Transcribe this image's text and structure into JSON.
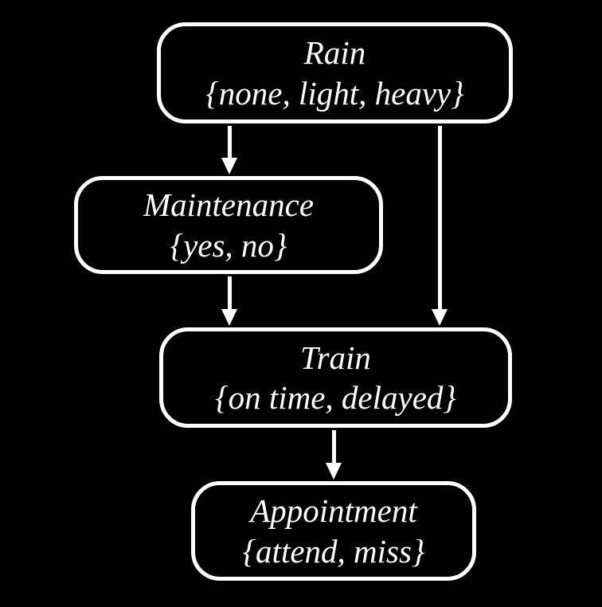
{
  "diagram": {
    "type": "bayesian-network",
    "background_color": "#000000",
    "node_border_color": "#ffffff",
    "text_color": "#ffffff",
    "arrow_color": "#ffffff",
    "nodes": [
      {
        "id": "rain",
        "label": "Rain",
        "values": "{none, light, heavy}"
      },
      {
        "id": "maintenance",
        "label": "Maintenance",
        "values": "{yes, no}"
      },
      {
        "id": "train",
        "label": "Train",
        "values": "{on time, delayed}"
      },
      {
        "id": "appointment",
        "label": "Appointment",
        "values": "{attend, miss}"
      }
    ],
    "edges": [
      {
        "from": "rain",
        "to": "maintenance"
      },
      {
        "from": "rain",
        "to": "train"
      },
      {
        "from": "maintenance",
        "to": "train"
      },
      {
        "from": "train",
        "to": "appointment"
      }
    ]
  }
}
